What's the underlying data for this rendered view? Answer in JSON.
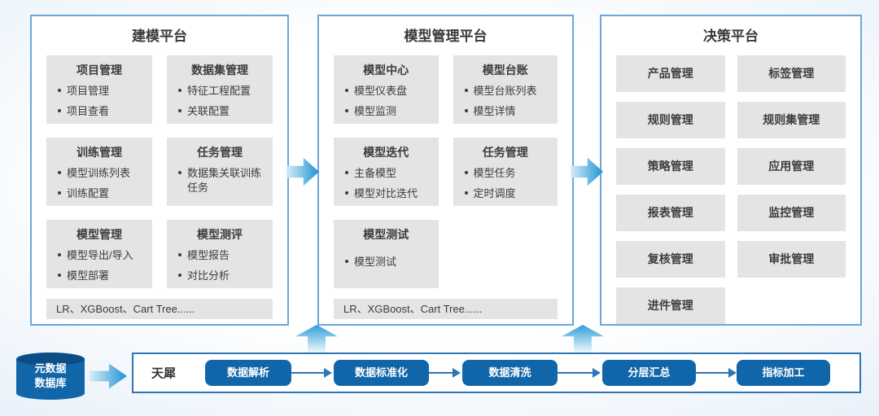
{
  "colors": {
    "panel_border": "#6CA6D8",
    "pipeline_border": "#2E75B6",
    "card_bg": "#E4E4E4",
    "button_blue": "#1066A9",
    "arrow_gradient_start": "#D8EDF9",
    "arrow_gradient_end": "#1E93D3",
    "text_dark": "#3C3C3C"
  },
  "panels": [
    {
      "title": "建模平台",
      "cards": [
        {
          "title": "项目管理",
          "items": [
            "项目管理",
            "项目查看"
          ]
        },
        {
          "title": "数据集管理",
          "items": [
            "特征工程配置",
            "关联配置"
          ]
        },
        {
          "title": "训练管理",
          "items": [
            "模型训练列表",
            "训练配置"
          ]
        },
        {
          "title": "任务管理",
          "items": [
            "数据集关联训练任务"
          ]
        },
        {
          "title": "模型管理",
          "items": [
            "模型导出/导入",
            "模型部署"
          ]
        },
        {
          "title": "模型测评",
          "items": [
            "模型报告",
            "对比分析"
          ]
        }
      ],
      "footer": "LR、XGBoost、Cart Tree......"
    },
    {
      "title": "模型管理平台",
      "cards": [
        {
          "title": "模型中心",
          "items": [
            "模型仪表盘",
            "模型监测"
          ]
        },
        {
          "title": "模型台账",
          "items": [
            "模型台账列表",
            "模型详情"
          ]
        },
        {
          "title": "模型迭代",
          "items": [
            "主备模型",
            "模型对比迭代"
          ]
        },
        {
          "title": "任务管理",
          "items": [
            "模型任务",
            "定时调度"
          ]
        },
        {
          "title": "模型测试",
          "items": [
            "模型测试"
          ]
        }
      ],
      "footer": "LR、XGBoost、Cart Tree......"
    },
    {
      "title": "决策平台",
      "modules": [
        "产品管理",
        "标签管理",
        "规则管理",
        "规则集管理",
        "策略管理",
        "应用管理",
        "报表管理",
        "监控管理",
        "复核管理",
        "审批管理",
        "进件管理"
      ]
    }
  ],
  "datasource": {
    "label_line1": "元数据",
    "label_line2": "数据库"
  },
  "pipeline": {
    "engine": "天犀",
    "steps": [
      "数据解析",
      "数据标准化",
      "数据清洗",
      "分层汇总",
      "指标加工"
    ]
  }
}
